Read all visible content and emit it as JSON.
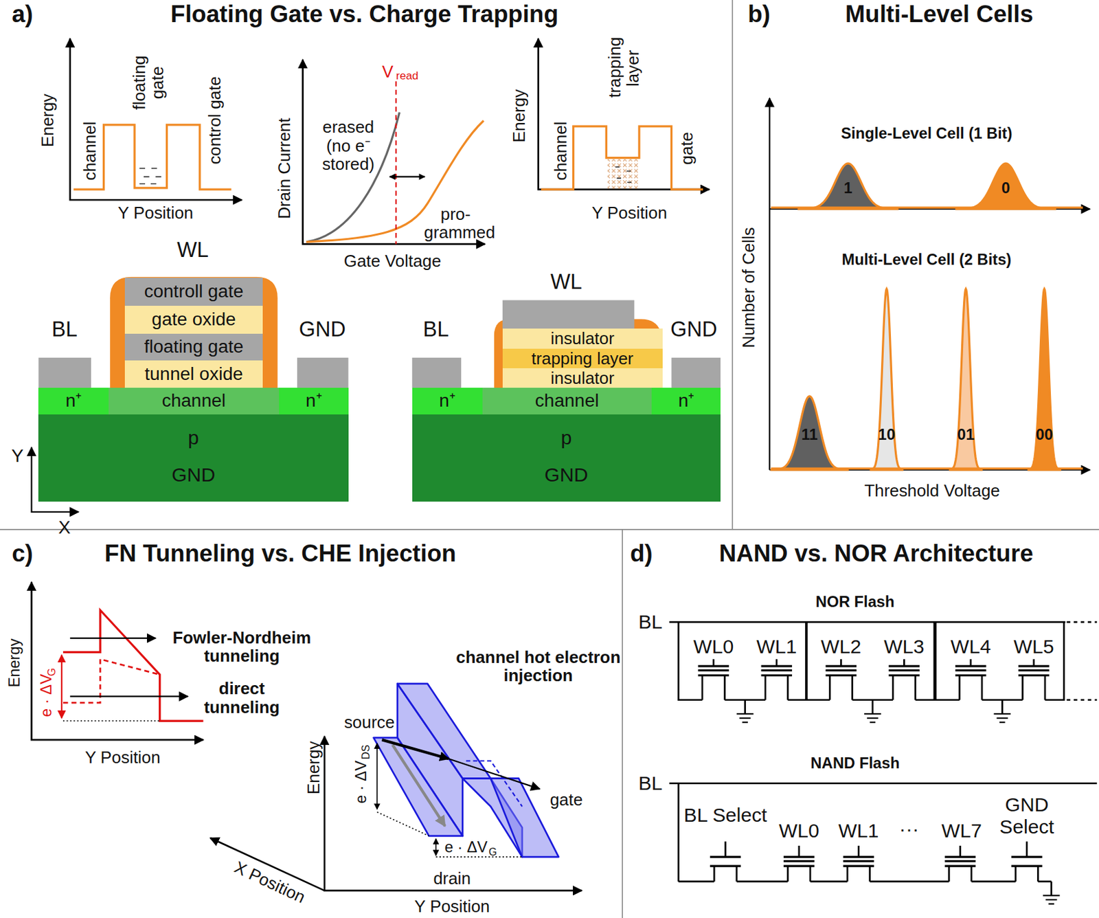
{
  "diagram": {
    "nodes": [
      {
        "text": [
          "controll gate"
        ]
      },
      {
        "text": [
          "gate oxide"
        ]
      },
      {
        "text": [
          "floating gate"
        ]
      },
      {
        "text": [
          "tunnel oxide"
        ]
      },
      {
        "text": [
          "p",
          "GND"
        ]
      },
      {
        "text": [
          "n⁺"
        ],
        "in": 4
      },
      {
        "text": [
          "channel"
        ],
        "in": 4
      },
      {
        "text": [
          "n⁺"
        ],
        "in": 4
      },
      {
        "text": [
          "insulator"
        ]
      },
      {
        "text": [
          "trapping layer"
        ]
      },
      {
        "text": [
          "insulator"
        ]
      },
      {
        "text": [
          "p",
          "GND"
        ]
      },
      {
        "text": [
          "n⁺"
        ],
        "in": 11
      },
      {
        "text": [
          "channel"
        ],
        "in": 11
      },
      {
        "text": [
          "n⁺"
        ],
        "in": 11
      }
    ],
    "labels": [
      "a)",
      "Floating Gate vs. Charge Trapping",
      "Energy",
      "channel",
      "floating gate",
      "control gate",
      "Y Position",
      "V",
      "read",
      "Drain Current",
      "erased (no e⁻ stored)",
      "pro- grammed",
      "Gate Voltage",
      "Energy",
      "channel",
      "trapping layer",
      "gate",
      "Y Position",
      "WL",
      "BL",
      "GND",
      "Y",
      "X",
      "WL",
      "BL",
      "GND",
      "b)",
      "Multi-Level Cells",
      "Single-Level Cell (1 Bit)",
      "1",
      "0",
      "Number of Cells",
      "Multi-Level Cell (2 Bits)",
      "11",
      "10",
      "01",
      "00",
      "Threshold Voltage",
      "c)",
      "FN Tunneling vs. CHE Injection",
      "Energy",
      "e · ΔV",
      "G",
      "Fowler-Nordheim tunneling",
      "direct tunneling",
      "Y Position",
      "channel hot electron injection",
      "source",
      "Energy",
      "e · ΔV",
      "DS",
      "gate",
      "e · ΔV",
      "G",
      "drain",
      "X Position",
      "Y Position",
      "d)",
      "NAND vs. NOR Architecture",
      "NOR Flash",
      "BL",
      "WL0",
      "WL1",
      "WL2",
      "WL3",
      "WL4",
      "WL5",
      "NAND Flash",
      "BL",
      "BL Select",
      "WL0",
      "WL1",
      "···",
      "WL7",
      "GND Select"
    ]
  }
}
